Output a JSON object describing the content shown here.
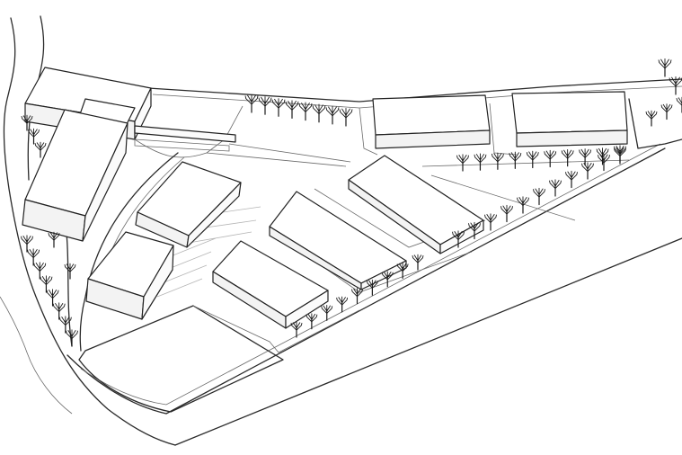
{
  "scene": {
    "line_color": "#222222",
    "background": "#ffffff",
    "buildings": [
      {
        "id": "b1"
      },
      {
        "id": "b2"
      },
      {
        "id": "b3"
      },
      {
        "id": "b4"
      },
      {
        "id": "b5"
      },
      {
        "id": "b6"
      },
      {
        "id": "b7"
      },
      {
        "id": "b8"
      },
      {
        "id": "b9"
      },
      {
        "id": "b10"
      }
    ]
  }
}
